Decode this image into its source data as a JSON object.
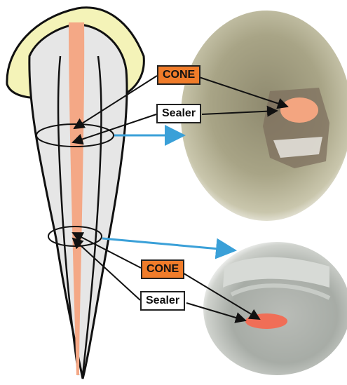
{
  "labels": {
    "cone_top": "CONE",
    "sealer_top": "Sealer",
    "cone_bottom": "CONE",
    "sealer_bottom": "Sealer"
  },
  "colors": {
    "crown": "#f4f3b8",
    "root": "#e6e6e6",
    "canal_cone": "#f4a886",
    "cone_label_bg": "#f07c2a",
    "sealer_label_bg": "#ffffff",
    "connector_arrows": "#3aa0d8",
    "outline": "#111111"
  }
}
